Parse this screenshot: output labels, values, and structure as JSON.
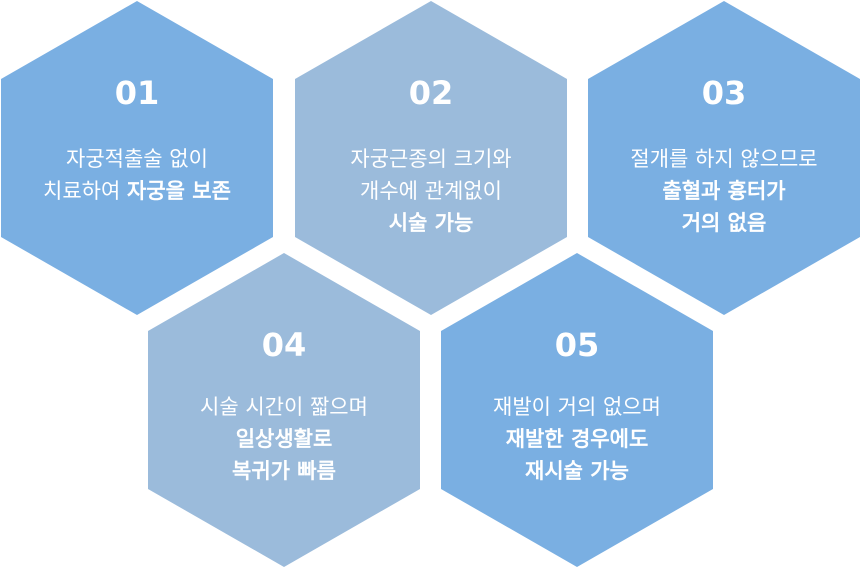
{
  "colors": {
    "blue": "#7AAFE2",
    "gray_blue": "#9BBBDB",
    "text": "#FFFFFF"
  },
  "items": [
    {
      "number": "01",
      "fill": "#7AAFE2",
      "line1_normal": "자궁적출술 없이",
      "line2_normal": "치료하여 ",
      "line2_bold": "자궁을 보존"
    },
    {
      "number": "02",
      "fill": "#9BBBDB",
      "line1": "자궁근종의 크기와",
      "line2": "개수에 관계없이",
      "line3_bold": "시술 가능"
    },
    {
      "number": "03",
      "fill": "#7AAFE2",
      "line1": "절개를 하지 않으므로",
      "line2_bold": "출혈과 흉터가",
      "line3_bold": "거의 없음"
    },
    {
      "number": "04",
      "fill": "#9BBBDB",
      "line1": "시술 시간이 짧으며",
      "line2_bold": "일상생활로",
      "line3_bold": "복귀가 빠름"
    },
    {
      "number": "05",
      "fill": "#7AAFE2",
      "line1": "재발이 거의 없으며",
      "line2_bold": "재발한 경우에도",
      "line3_bold": "재시술 가능"
    }
  ]
}
